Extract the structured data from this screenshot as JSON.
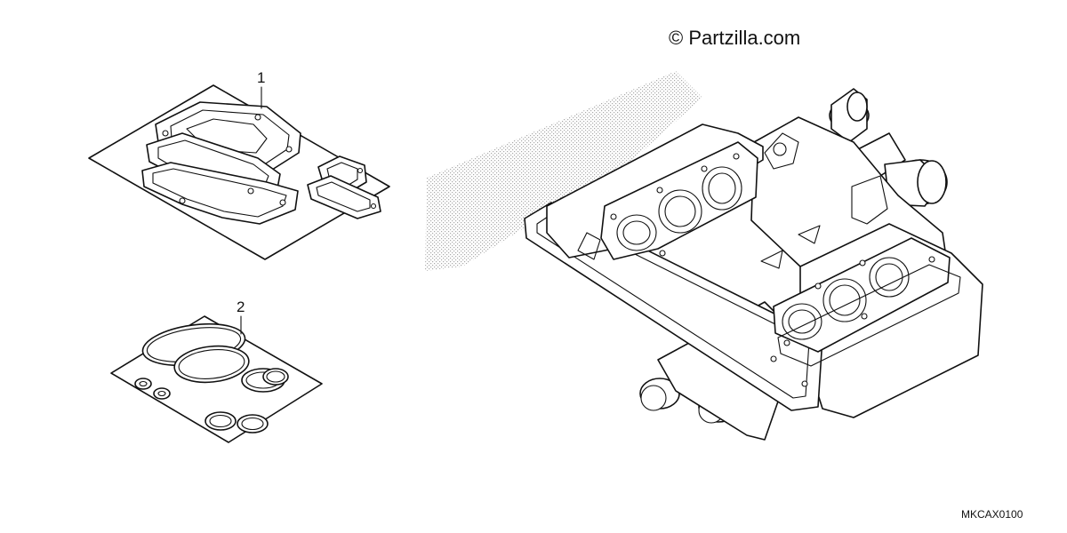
{
  "watermark": {
    "copyright": "© Partzilla.com"
  },
  "callouts": [
    {
      "number": "1"
    },
    {
      "number": "2"
    }
  ],
  "diagram_code": "MKCAX0100",
  "colors": {
    "line": "#111111",
    "background": "#ffffff",
    "stipple": "#9a9a9a"
  }
}
